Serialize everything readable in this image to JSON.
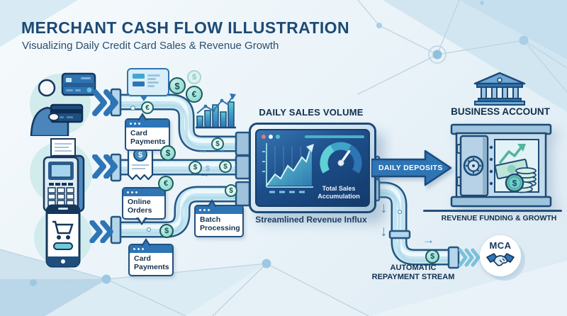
{
  "header": {
    "title": "MERCHANT CASH FLOW ILLUSTRATION",
    "subtitle": "Visualizing Daily Credit Card Sales & Revenue Growth"
  },
  "flow_labels": {
    "card_payments_top": {
      "line1": "Card",
      "line2": "Payments"
    },
    "online_orders": {
      "line1": "Online",
      "line2": "Orders"
    },
    "batch_processing": {
      "line1": "Batch",
      "line2": "Processing"
    },
    "card_payments_bottom": {
      "line1": "Card",
      "line2": "Payments"
    }
  },
  "monitor": {
    "title": "DAILY SALES VOLUME",
    "gauge_label_line1": "Total Sales",
    "gauge_label_line2": "Accumulation",
    "caption": "Streamlined Revenue Influx"
  },
  "deposits": {
    "arrow_label": "DAILY DEPOSITS"
  },
  "business": {
    "title": "BUSINESS ACCOUNT",
    "caption": "REVENUE FUNDING & GROWTH"
  },
  "repayment": {
    "caption_line1": "AUTOMATIC",
    "caption_line2": "REPAYMENT STREAM",
    "badge_label": "MCA"
  },
  "symbols": {
    "dollar": "$",
    "euro": "€",
    "arrow_right": "→",
    "arrow_down": "↓"
  },
  "colors": {
    "navy": "#16375c",
    "blue": "#2e75b6",
    "teal": "#45b8b0",
    "pipe_fill": "#c6e4f1",
    "screen_blue": "#1d4e8a",
    "background": "#e8f2f8"
  }
}
